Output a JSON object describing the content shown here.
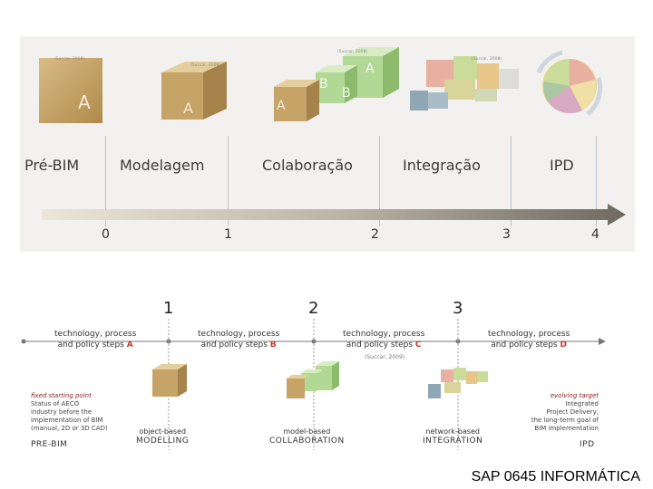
{
  "top": {
    "stages": [
      "Pré-BIM",
      "Modelagem",
      "Colaboração",
      "Integração",
      "IPD"
    ],
    "numbers": [
      "0",
      "1",
      "2",
      "3",
      "4"
    ],
    "citation_1": "(Succar, 2008)",
    "citation_2": "(Succar, 2008)",
    "citation_3": "(Succar, 2008)",
    "citation_4": "(Succar, 2008)",
    "citation_bottom": "(Succar, 2009)",
    "cube_letter_a": "A",
    "cube_letter_b": "B"
  },
  "bottom": {
    "numbers": [
      "1",
      "2",
      "3"
    ],
    "steps": [
      {
        "line1": "technology, process",
        "line2": "and policy steps",
        "letter": "A"
      },
      {
        "line1": "technology, process",
        "line2": "and policy steps",
        "letter": "B"
      },
      {
        "line1": "technology, process",
        "line2": "and policy steps",
        "letter": "C"
      },
      {
        "line1": "technology, process",
        "line2": "and policy steps",
        "letter": "D"
      }
    ],
    "citation": "(Succar, 2009)",
    "left_note": {
      "title": "fixed starting point",
      "lines": [
        "Status of AECO",
        "industry before the",
        "implementation of BIM",
        "(manual, 2D or 3D CAD)"
      ]
    },
    "right_note": {
      "title": "evolving target",
      "lines": [
        "Integrated",
        "Project Delivery,",
        "the long-term goal of",
        "BIM implementation"
      ]
    },
    "captions": [
      {
        "line1": "",
        "line2": "PRE-BIM"
      },
      {
        "line1": "object-based",
        "line2": "MODELLING"
      },
      {
        "line1": "model-based",
        "line2": "COLLABORATION"
      },
      {
        "line1": "network-based",
        "line2": "INTEGRATION"
      },
      {
        "line1": "",
        "line2": "IPD"
      }
    ]
  },
  "footer": "SAP 0645 INFORMÁTICA",
  "colors": {
    "cube_tan": "#c9a86a",
    "cube_green": "#a8d08a",
    "arrow_dark": "#6f6a5f",
    "accent_red": "#c0392b"
  }
}
